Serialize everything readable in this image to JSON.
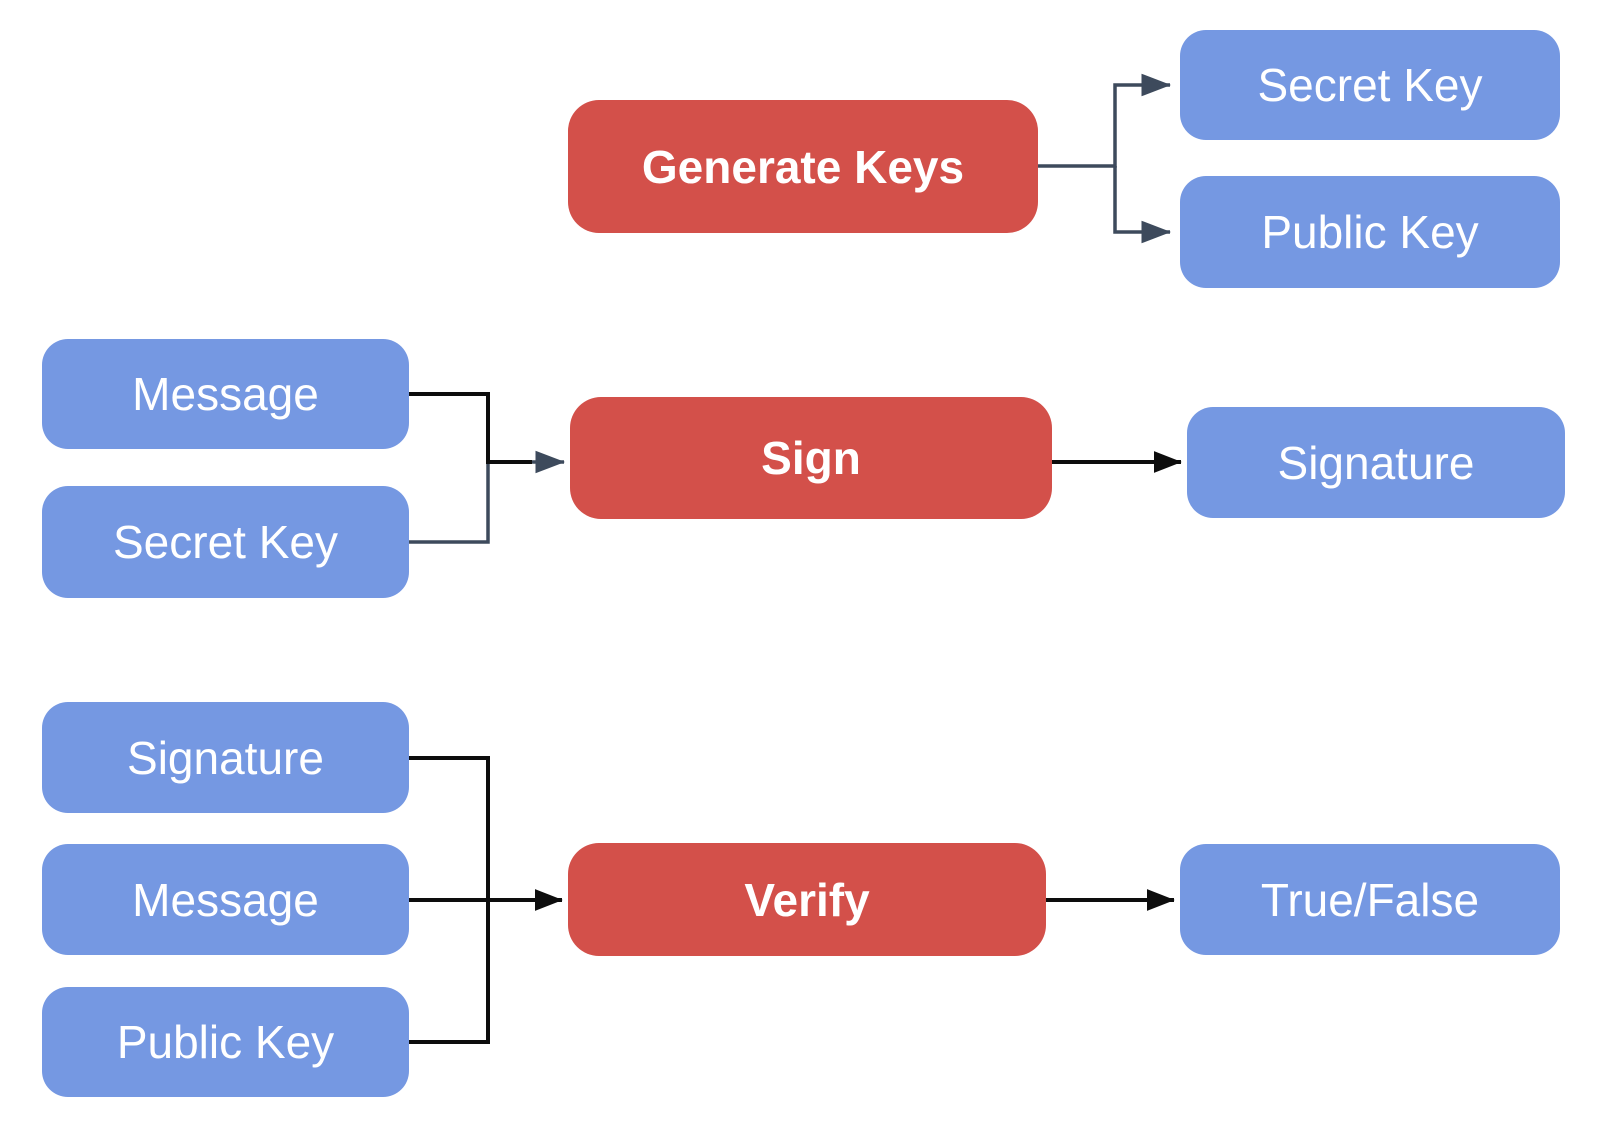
{
  "diagram": {
    "colors": {
      "process_fill": "#D3504A",
      "io_fill": "#7598E2",
      "label_text": "#FFFFFF",
      "connector_primary": "#0D0D0D",
      "connector_secondary": "#3D4A5C"
    },
    "key_generation": {
      "process": "Generate Keys",
      "outputs": [
        "Secret Key",
        "Public Key"
      ]
    },
    "signing": {
      "inputs": [
        "Message",
        "Secret Key"
      ],
      "process": "Sign",
      "output": "Signature"
    },
    "verification": {
      "inputs": [
        "Signature",
        "Message",
        "Public Key"
      ],
      "process": "Verify",
      "output": "True/False"
    }
  }
}
